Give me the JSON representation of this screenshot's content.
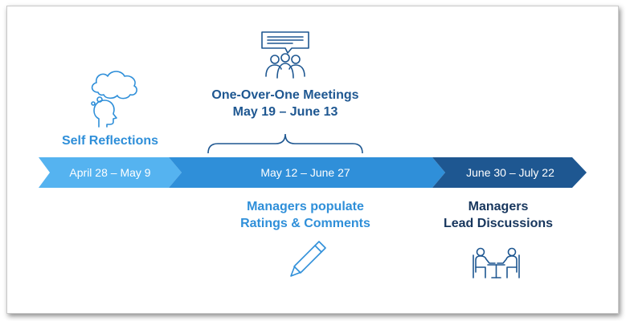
{
  "timeline": {
    "segments": [
      {
        "label": "April 28 – May 9",
        "color": "#55b3f0"
      },
      {
        "label": "May 12 – June 27",
        "color": "#2f8fd9"
      },
      {
        "label": "June 30 – July 22",
        "color": "#1e5791"
      }
    ]
  },
  "phases": {
    "self_reflections": {
      "title": "Self Reflections",
      "icon": "thought-bubble-head-icon"
    },
    "one_over_one": {
      "title_line1": "One-Over-One Meetings",
      "title_line2": "May 19 – June 13",
      "icon": "presentation-audience-icon"
    },
    "managers_populate": {
      "title_line1": "Managers populate",
      "title_line2": "Ratings & Comments",
      "icon": "pencil-icon"
    },
    "managers_lead": {
      "title_line1": "Managers",
      "title_line2": "Lead Discussions",
      "icon": "two-people-table-icon"
    }
  }
}
